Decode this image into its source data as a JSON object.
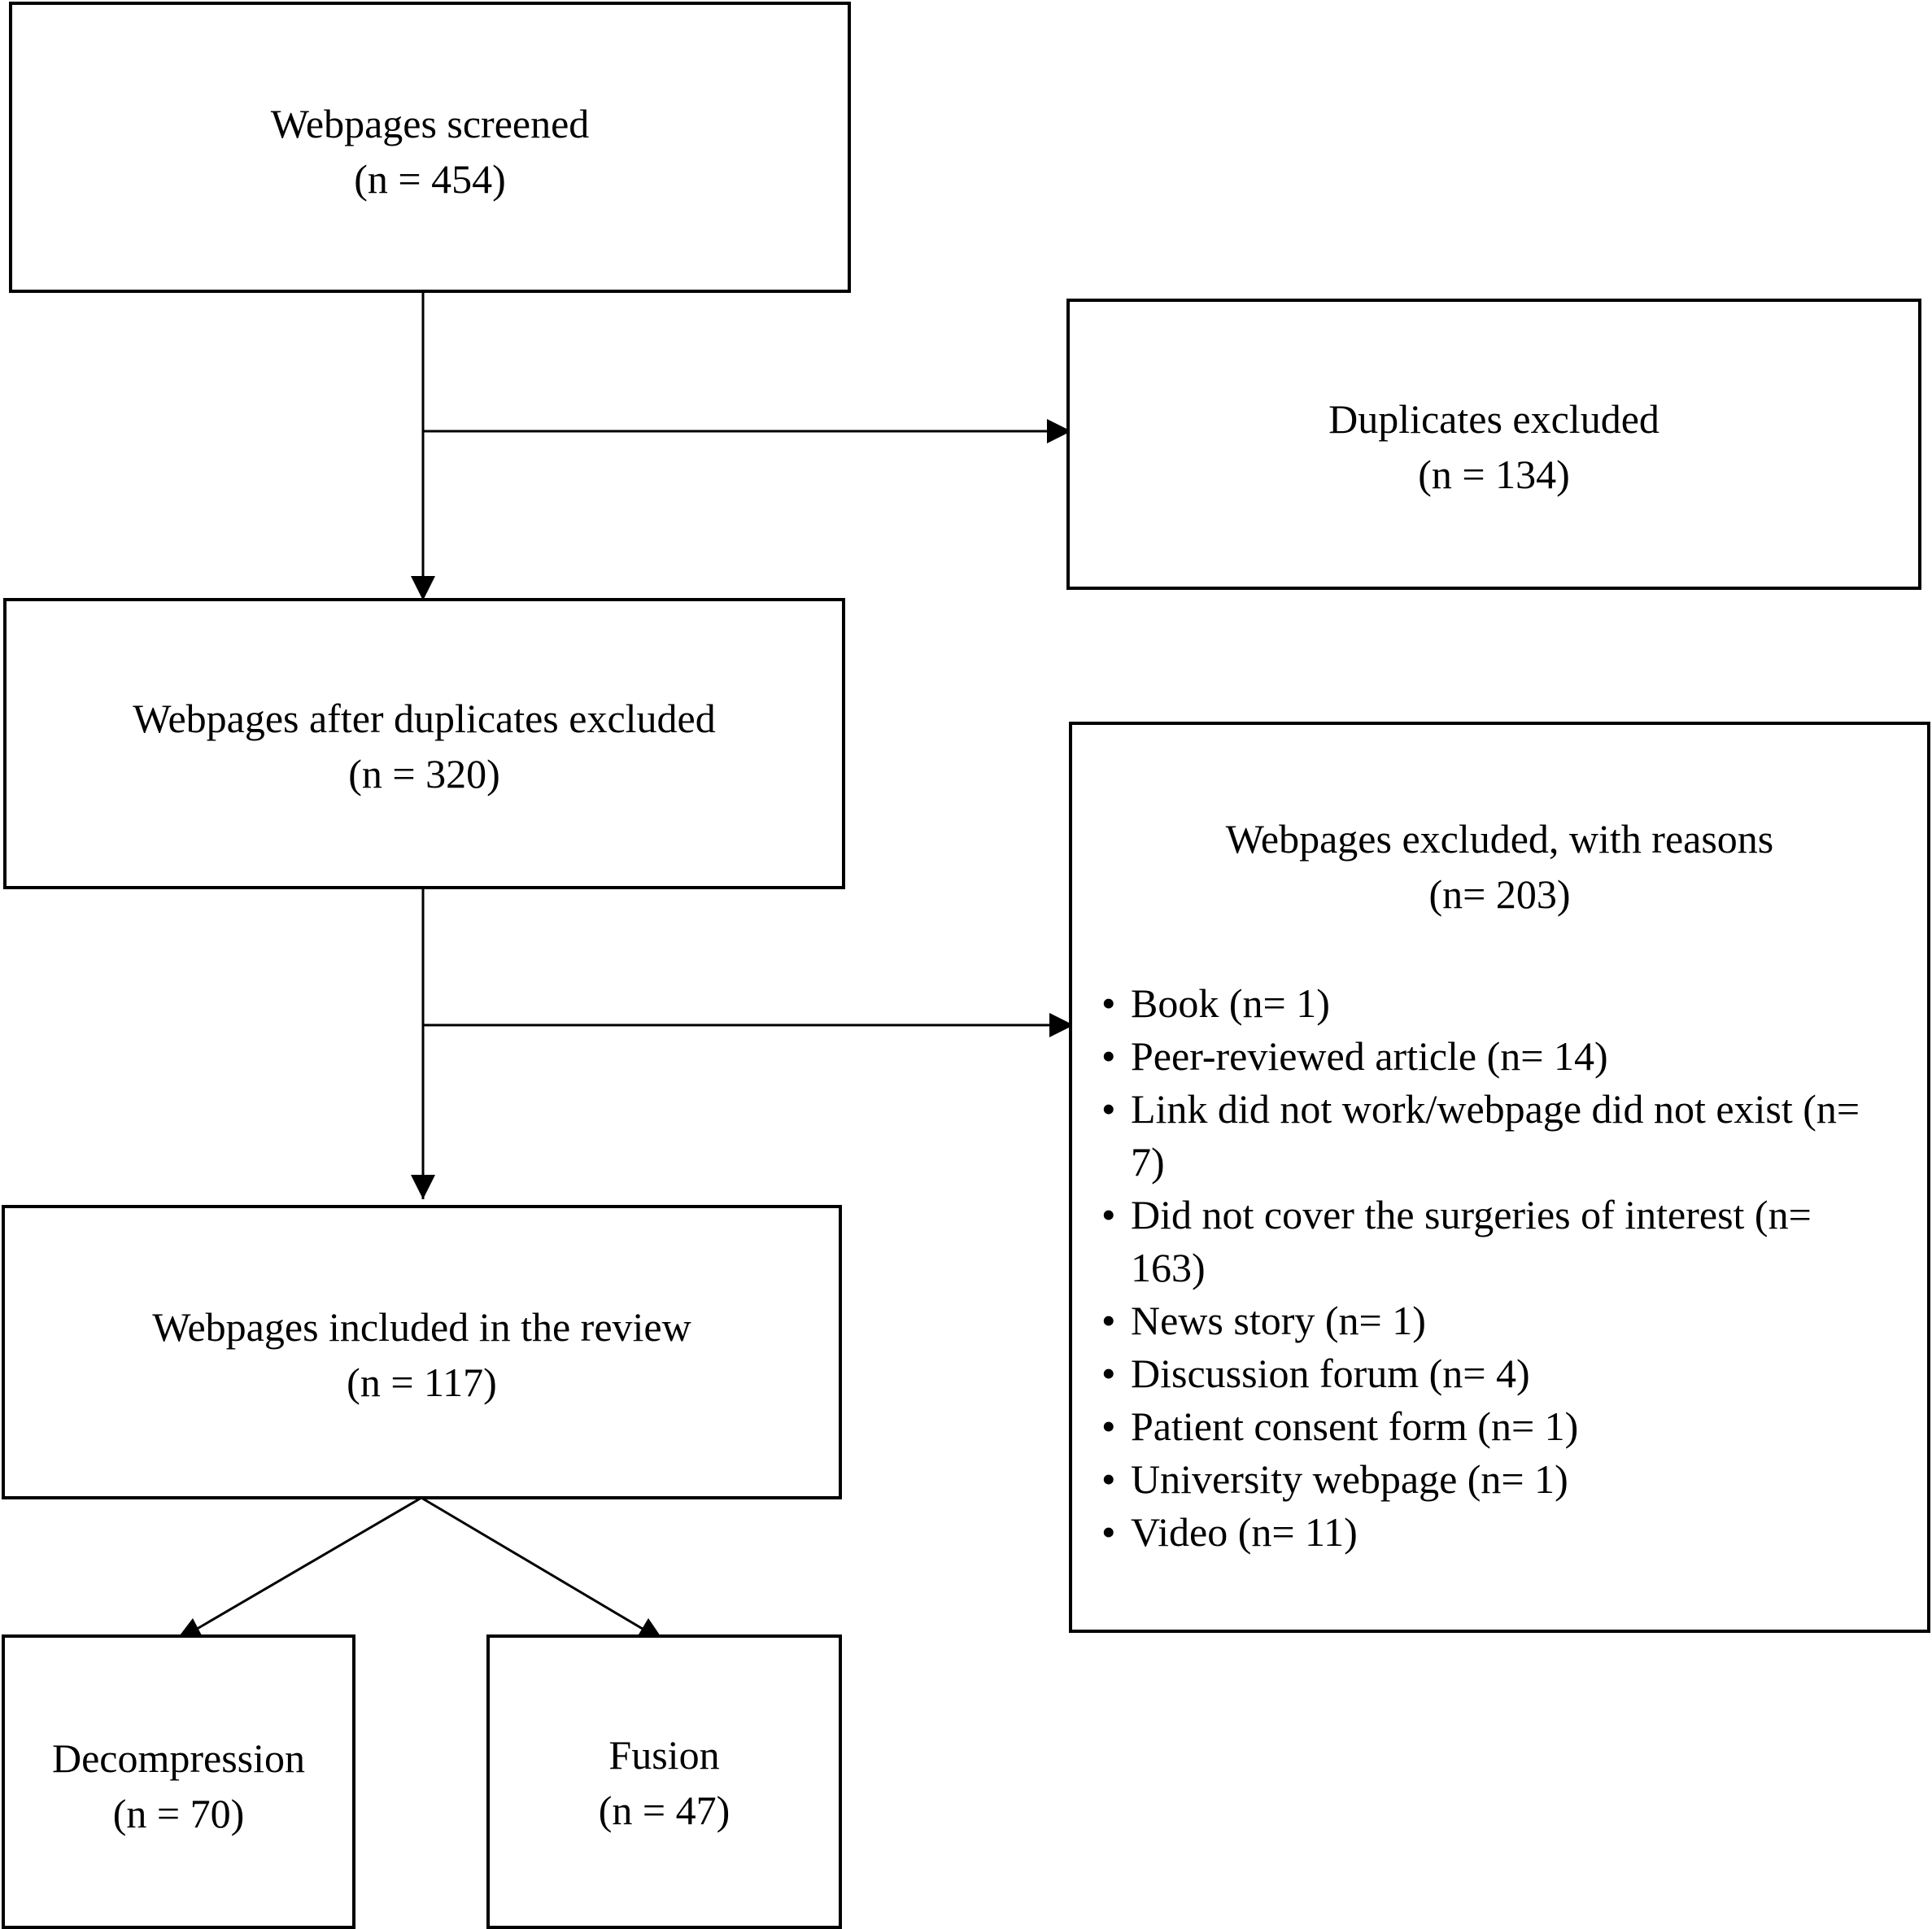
{
  "boxes": {
    "screened": {
      "label": "Webpages screened",
      "count": "(n = 454)"
    },
    "duplicates": {
      "label": "Duplicates excluded",
      "count": "(n = 134)"
    },
    "after_duplicates": {
      "label": "Webpages after duplicates excluded",
      "count": "(n = 320)"
    },
    "excluded": {
      "label": "Webpages excluded, with reasons",
      "count": "(n= 203)",
      "bullet": "•",
      "reasons": [
        "Book (n= 1)",
        "Peer-reviewed article (n= 14)",
        "Link did not work/webpage did not exist (n= 7)",
        "Did not cover the surgeries of interest (n= 163)",
        "News story (n= 1)",
        "Discussion forum (n= 4)",
        "Patient consent form (n= 1)",
        "University webpage (n= 1)",
        "Video (n= 11)"
      ]
    },
    "included": {
      "label": "Webpages included in the review",
      "count": "(n = 117)"
    },
    "decompression": {
      "label": "Decompression",
      "count": "(n = 70)"
    },
    "fusion": {
      "label": "Fusion",
      "count": "(n = 47)"
    }
  },
  "colors": {
    "line": "#000000",
    "background": "#ffffff"
  }
}
